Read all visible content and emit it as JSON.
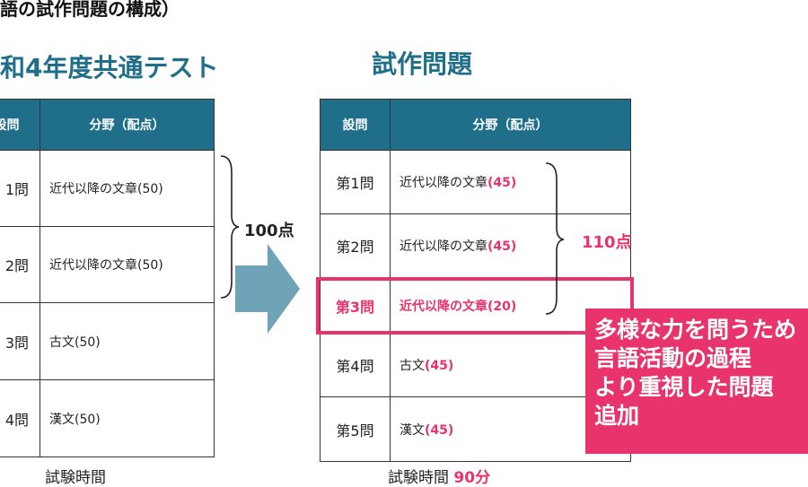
{
  "page_caption": "語の試作問題の構成）",
  "left": {
    "heading": "和4年度共通テスト",
    "col_headers": [
      "設問",
      "分野（配点）"
    ],
    "rows": [
      {
        "q": "1問",
        "field": "近代以降の文章(50)"
      },
      {
        "q": "2問",
        "field": "近代以降の文章(50)"
      },
      {
        "q": "3問",
        "field": "古文(50)"
      },
      {
        "q": "4問",
        "field": "漢文(50)"
      }
    ],
    "brace_total": "100点",
    "footer": "試験時間"
  },
  "right": {
    "heading": "試作問題",
    "col_headers": [
      "設問",
      "分野（配点）"
    ],
    "rows": [
      {
        "q": "第1問",
        "field": "近代以降の文章",
        "points": "(45)",
        "highlight": false
      },
      {
        "q": "第2問",
        "field": "近代以降の文章",
        "points": "(45)",
        "highlight": false
      },
      {
        "q": "第3問",
        "field": "近代以降の文章(20)",
        "points": "",
        "highlight": true
      },
      {
        "q": "第4問",
        "field": "古文",
        "points": "(45)",
        "highlight": false
      },
      {
        "q": "第5問",
        "field": "漢文",
        "points": "(45)",
        "highlight": false
      }
    ],
    "brace_total": "110点",
    "footer": "試験時間",
    "footer_value": "90分"
  },
  "callout_lines": [
    "多様な力を問うため",
    "言語活動の過程",
    "より重視した問題",
    "追加"
  ],
  "colors": {
    "accent": "#e8336d",
    "header": "#1f6f8b",
    "arrow": "#6fa3b8"
  }
}
